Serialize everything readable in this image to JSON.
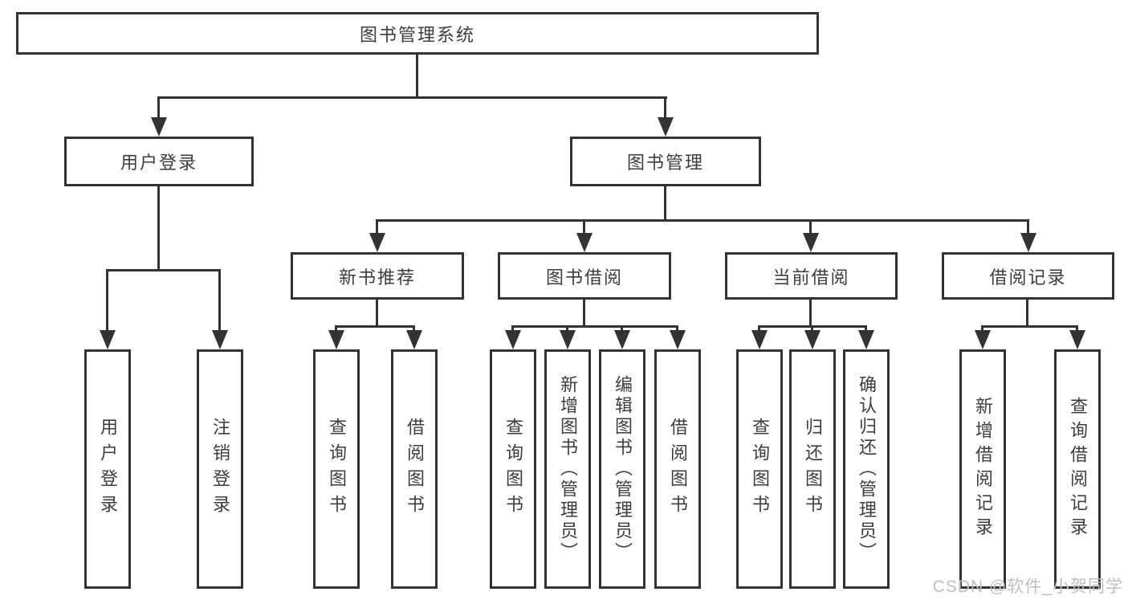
{
  "tree": {
    "root": "图书管理系统",
    "children": [
      {
        "label": "用户登录",
        "children": [
          {
            "label": "用户登录"
          },
          {
            "label": "注销登录"
          }
        ]
      },
      {
        "label": "图书管理",
        "children": [
          {
            "label": "新书推荐",
            "children": [
              {
                "label": "查询图书"
              },
              {
                "label": "借阅图书"
              }
            ]
          },
          {
            "label": "图书借阅",
            "children": [
              {
                "label": "查询图书"
              },
              {
                "label": "新增图书（管理员）"
              },
              {
                "label": "编辑图书（管理员）"
              },
              {
                "label": "借阅图书"
              }
            ]
          },
          {
            "label": "当前借阅",
            "children": [
              {
                "label": "查询图书"
              },
              {
                "label": "归还图书"
              },
              {
                "label": "确认归还（管理员）"
              }
            ]
          },
          {
            "label": "借阅记录",
            "children": [
              {
                "label": "新增借阅记录"
              },
              {
                "label": "查询借阅记录"
              }
            ]
          }
        ]
      }
    ]
  },
  "watermark": "CSDN @软件_小贺同学",
  "colors": {
    "line": "#333333",
    "text": "#3d3d3d",
    "background": "#ffffff",
    "watermark": "#bfbfbf"
  }
}
